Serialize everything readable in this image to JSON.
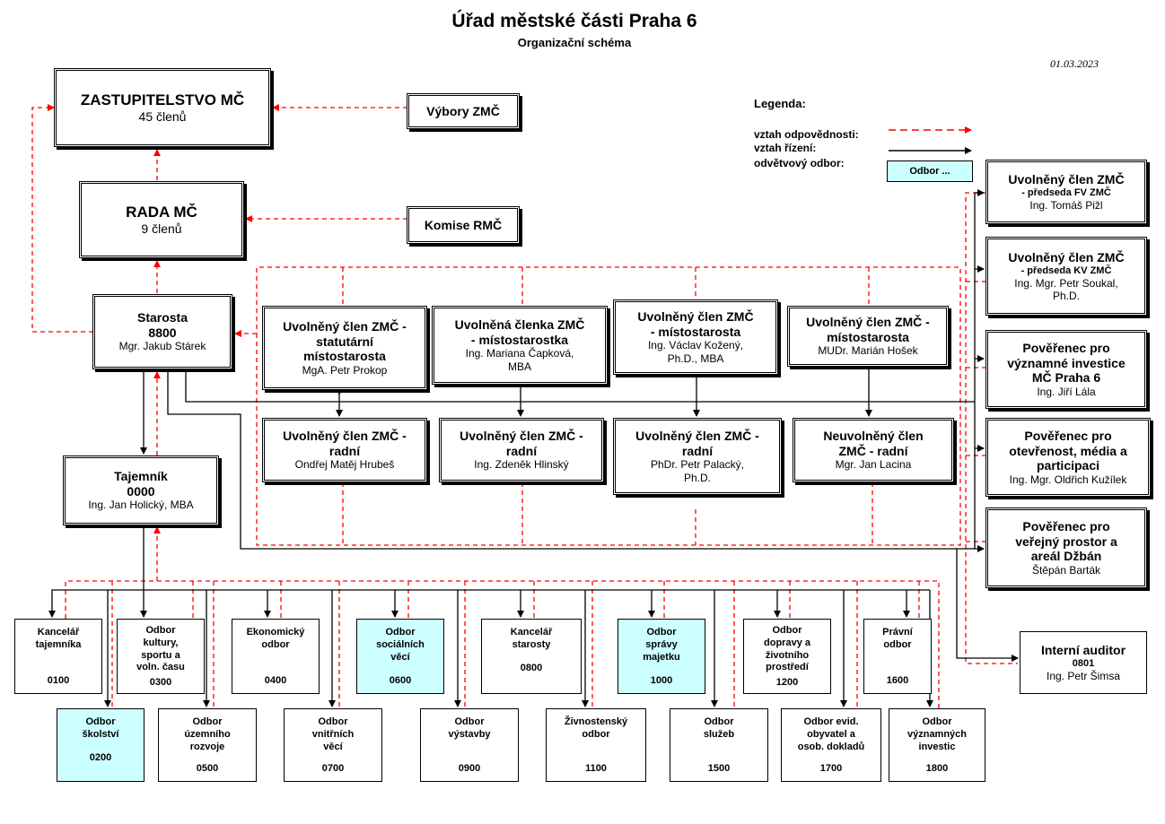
{
  "header": {
    "title": "Úřad městské části Praha 6",
    "subtitle": "Organizační schéma",
    "date": "01.03.2023"
  },
  "legend": {
    "title": "Legenda:",
    "responsibility": "vztah odpovědnosti:",
    "management": "vztah řízení:",
    "department": "odvětvový odbor:",
    "department_sample": "Odbor ...",
    "colors": {
      "responsibility": "#ff0000",
      "management": "#000000",
      "department_fill": "#ccffff"
    }
  },
  "top": {
    "zastupitelstvo": {
      "name": "ZASTUPITELSTVO MČ",
      "sub": "45 členů"
    },
    "vybory": "Výbory ZMČ",
    "rada": {
      "name": "RADA MČ",
      "sub": "9 členů"
    },
    "komise": "Komise RMČ",
    "starosta": {
      "name": "Starosta",
      "code": "8800",
      "person": "Mgr. Jakub Stárek"
    },
    "tajemnik": {
      "name": "Tajemník",
      "code": "0000",
      "person": "Ing. Jan Holický, MBA"
    }
  },
  "deputies": [
    {
      "l1": "Uvolněný člen ZMČ -",
      "l2": "statutární",
      "l3": "místostarosta",
      "person": "MgA. Petr Prokop"
    },
    {
      "l1": "Uvolněná členka ZMČ",
      "l2": "- místostarostka",
      "person1": "Ing. Mariana Čapková,",
      "person2": "MBA"
    },
    {
      "l1": "Uvolněný člen ZMČ",
      "l2": "- místostarosta",
      "person1": "Ing. Václav Kožený,",
      "person2": "Ph.D., MBA"
    },
    {
      "l1": "Uvolněný člen ZMČ -",
      "l2": "místostarosta",
      "person": "MUDr. Marián Hošek"
    }
  ],
  "councillors": [
    {
      "l1": "Uvolněný člen ZMČ -",
      "l2": "radní",
      "person": "Ondřej Matěj Hrubeš"
    },
    {
      "l1": "Uvolněný člen ZMČ -",
      "l2": "radní",
      "person": "Ing. Zdeněk Hlinský"
    },
    {
      "l1": "Uvolněný člen ZMČ -",
      "l2": "radní",
      "person1": "PhDr. Petr Palacký,",
      "person2": "Ph.D."
    },
    {
      "l1": "Neuvolněný člen",
      "l2": "ZMČ - radní",
      "person": "Mgr. Jan Lacina"
    }
  ],
  "right": [
    {
      "l1": "Uvolněný člen ZMČ",
      "l2": "- předseda FV ZMČ",
      "person": "Ing. Tomáš Pižl"
    },
    {
      "l1": "Uvolněný člen ZMČ",
      "l2": "- předseda KV ZMČ",
      "person1": "Ing. Mgr. Petr Soukal,",
      "person2": "Ph.D."
    },
    {
      "l1": "Pověřenec pro",
      "l2": "významné investice",
      "l3": "MČ Praha 6",
      "person": "Ing. Jiří Lála"
    },
    {
      "l1": "Pověřenec pro",
      "l2": "otevřenost, média a",
      "l3": "participaci",
      "person": "Ing. Mgr. Oldřich Kužílek"
    },
    {
      "l1": "Pověřenec pro",
      "l2": "veřejný prostor a",
      "l3": "areál Džbán",
      "person": "Štěpán Barták"
    }
  ],
  "auditor": {
    "name": "Interní auditor",
    "code": "0801",
    "person": "Ing. Petr Šimsa"
  },
  "departments_top": [
    {
      "l1": "Kancelář",
      "l2": "tajemníka",
      "code": "0100"
    },
    {
      "l1": "Odbor",
      "l2": "kultury,",
      "l3": "sportu a",
      "l4": "voln. času",
      "code": "0300"
    },
    {
      "l1": "Ekonomický",
      "l2": "odbor",
      "code": "0400"
    },
    {
      "l1": "Odbor",
      "l2": "sociálních",
      "l3": "věcí",
      "code": "0600"
    },
    {
      "l1": "Kancelář",
      "l2": "starosty",
      "code": "0800"
    },
    {
      "l1": "Odbor",
      "l2": "správy",
      "l3": "majetku",
      "code": "1000"
    },
    {
      "l1": "Odbor",
      "l2": "dopravy a",
      "l3": "životního",
      "l4": "prostředí",
      "code": "1200"
    },
    {
      "l1": "Právní",
      "l2": "odbor",
      "code": "1600"
    }
  ],
  "departments_bottom": [
    {
      "l1": "Odbor",
      "l2": "školství",
      "code": "0200"
    },
    {
      "l1": "Odbor",
      "l2": "územního",
      "l3": "rozvoje",
      "code": "0500"
    },
    {
      "l1": "Odbor",
      "l2": "vnitřních",
      "l3": "věcí",
      "code": "0700"
    },
    {
      "l1": "Odbor",
      "l2": "výstavby",
      "code": "0900"
    },
    {
      "l1": "Živnostenský",
      "l2": "odbor",
      "code": "1100"
    },
    {
      "l1": "Odbor",
      "l2": "služeb",
      "code": "1500"
    },
    {
      "l1": "Odbor evid.",
      "l2": "obyvatel a",
      "l3": "osob. dokladů",
      "code": "1700"
    },
    {
      "l1": "Odbor",
      "l2": "významných",
      "l3": "investic",
      "code": "1800"
    }
  ]
}
